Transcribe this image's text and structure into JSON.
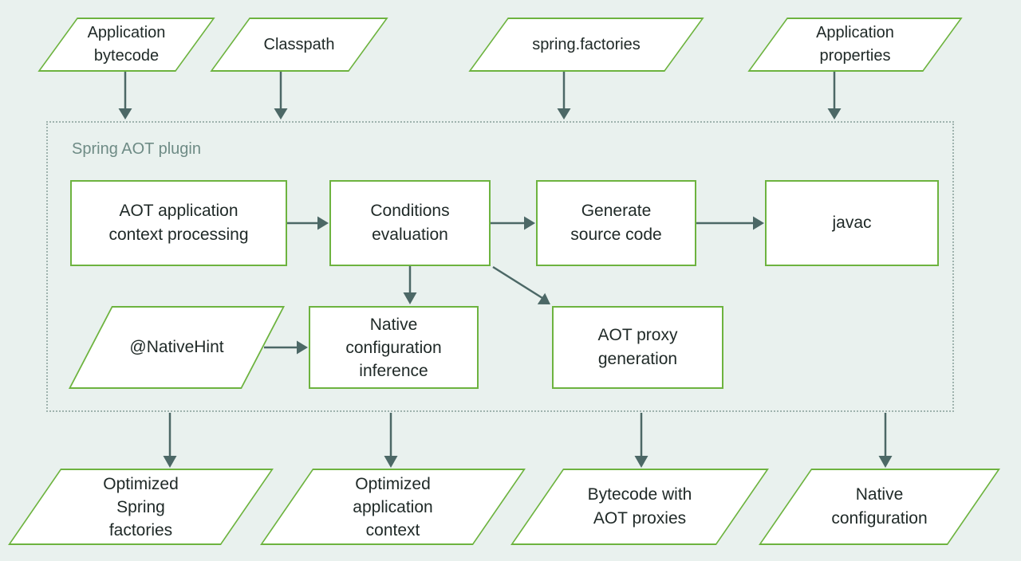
{
  "diagram": {
    "colors": {
      "background": "#e9f1ee",
      "shape_border_green": "#6db33f",
      "shape_fill": "#ffffff",
      "arrow": "#4c6866",
      "container_dotted_border": "#9fb3ae",
      "container_label_text": "#6e8b85",
      "node_text": "#202a28"
    },
    "inputs": [
      {
        "id": "application-bytecode",
        "label": "Application\nbytecode"
      },
      {
        "id": "classpath",
        "label": "Classpath"
      },
      {
        "id": "spring-factories",
        "label": "spring.factories"
      },
      {
        "id": "application-properties",
        "label": "Application\nproperties"
      }
    ],
    "plugin": {
      "label": "Spring AOT plugin",
      "steps": [
        {
          "id": "aot-application-context-processing",
          "label": "AOT application\ncontext processing"
        },
        {
          "id": "conditions-evaluation",
          "label": "Conditions\nevaluation"
        },
        {
          "id": "generate-source-code",
          "label": "Generate\nsource code"
        },
        {
          "id": "javac",
          "label": "javac"
        },
        {
          "id": "native-configuration-inference",
          "label": "Native\nconfiguration\ninference"
        },
        {
          "id": "aot-proxy-generation",
          "label": "AOT proxy\ngeneration"
        }
      ],
      "native_hint": {
        "id": "native-hint",
        "label": "@NativeHint"
      }
    },
    "outputs": [
      {
        "id": "optimized-spring-factories",
        "label": "Optimized\nSpring\nfactories"
      },
      {
        "id": "optimized-application-context",
        "label": "Optimized\napplication\ncontext"
      },
      {
        "id": "bytecode-with-aot-proxies",
        "label": "Bytecode with\nAOT proxies"
      },
      {
        "id": "native-configuration",
        "label": "Native\nconfiguration"
      }
    ],
    "edges": [
      {
        "from": "application-bytecode",
        "to": "spring-aot-plugin"
      },
      {
        "from": "classpath",
        "to": "spring-aot-plugin"
      },
      {
        "from": "spring-factories",
        "to": "spring-aot-plugin"
      },
      {
        "from": "application-properties",
        "to": "spring-aot-plugin"
      },
      {
        "from": "aot-application-context-processing",
        "to": "conditions-evaluation"
      },
      {
        "from": "conditions-evaluation",
        "to": "generate-source-code"
      },
      {
        "from": "generate-source-code",
        "to": "javac"
      },
      {
        "from": "conditions-evaluation",
        "to": "native-configuration-inference"
      },
      {
        "from": "conditions-evaluation",
        "to": "aot-proxy-generation"
      },
      {
        "from": "native-hint",
        "to": "native-configuration-inference"
      },
      {
        "from": "spring-aot-plugin",
        "to": "optimized-spring-factories"
      },
      {
        "from": "spring-aot-plugin",
        "to": "optimized-application-context"
      },
      {
        "from": "spring-aot-plugin",
        "to": "bytecode-with-aot-proxies"
      },
      {
        "from": "spring-aot-plugin",
        "to": "native-configuration"
      }
    ]
  }
}
